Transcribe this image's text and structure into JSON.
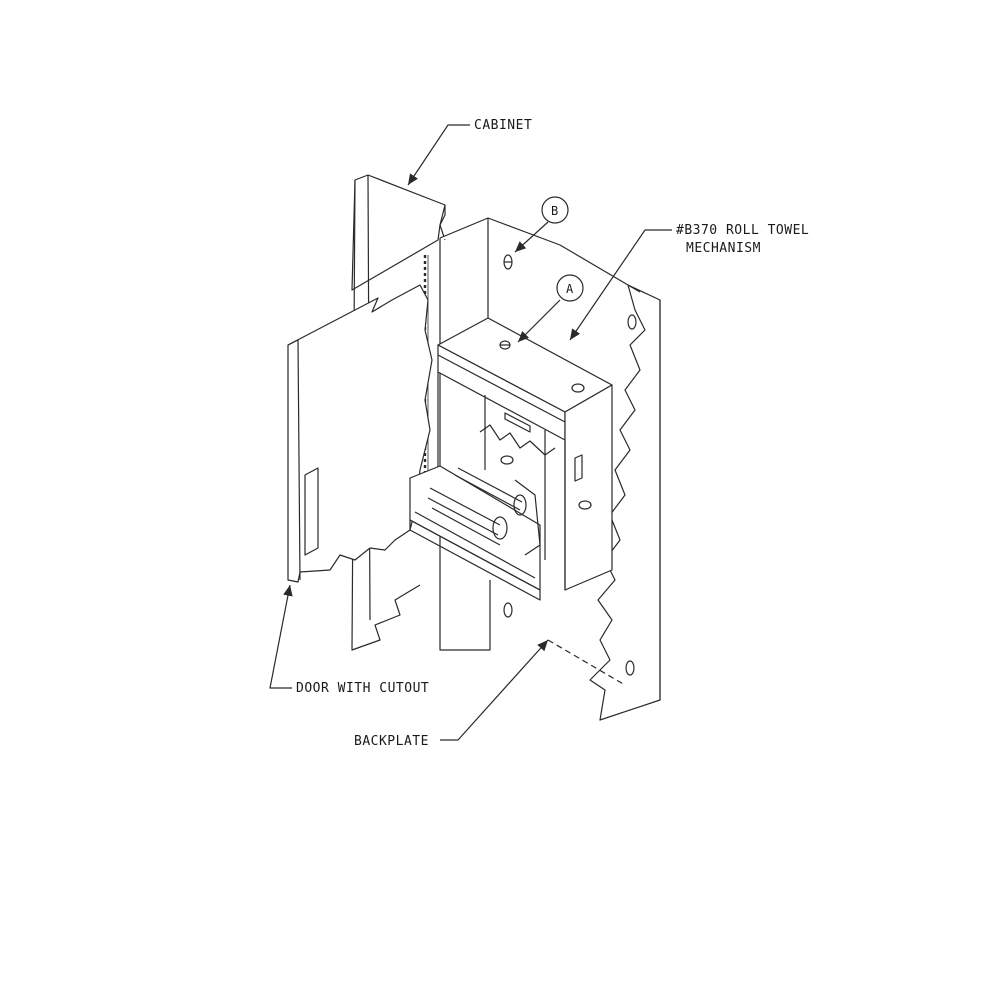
{
  "labels": {
    "cabinet": "CABINET",
    "mechanism_line1": "#B370 ROLL TOWEL",
    "mechanism_line2": "MECHANISM",
    "door": "DOOR WITH CUTOUT",
    "backplate": "BACKPLATE"
  },
  "callouts": {
    "a": "A",
    "b": "B"
  },
  "colors": {
    "line": "#2a2a2a",
    "paper": "#ffffff"
  }
}
